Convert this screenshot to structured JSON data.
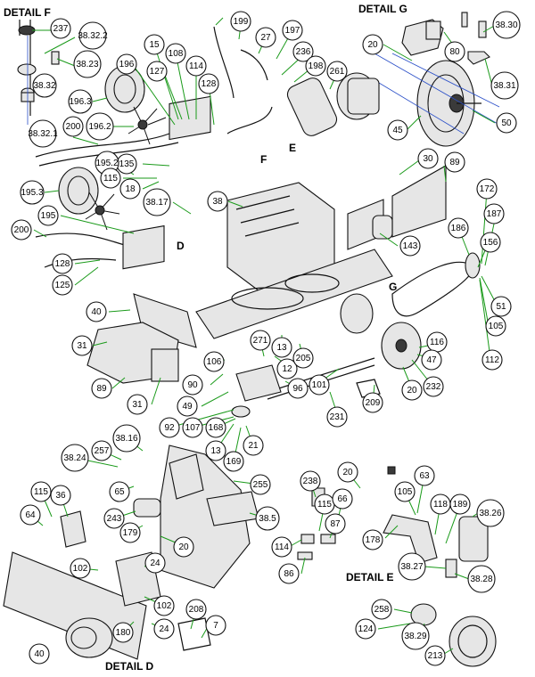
{
  "details": {
    "f": "DETAIL F",
    "g": "DETAIL G",
    "e": "DETAIL E",
    "d": "DETAIL D"
  },
  "view_letters": [
    "F",
    "E",
    "D",
    "G"
  ],
  "callouts": [
    "237",
    "38.32.2",
    "38.23",
    "38.32",
    "38.32.1",
    "199",
    "27",
    "197",
    "236",
    "198",
    "261",
    "15",
    "108",
    "114",
    "196",
    "127",
    "128",
    "196.3",
    "196.2",
    "200",
    "135",
    "195.2",
    "115",
    "18",
    "195.3",
    "38.17",
    "38",
    "195",
    "200",
    "128",
    "125",
    "20",
    "80",
    "38.30",
    "38.31",
    "45",
    "50",
    "30",
    "89",
    "172",
    "187",
    "186",
    "156",
    "143",
    "51",
    "105",
    "112",
    "40",
    "31",
    "89",
    "31",
    "106",
    "90",
    "49",
    "271",
    "13",
    "12",
    "205",
    "96",
    "101",
    "231",
    "209",
    "116",
    "47",
    "232",
    "20",
    "92",
    "107",
    "168",
    "13",
    "169",
    "21",
    "257",
    "38.16",
    "38.24",
    "65",
    "243",
    "179",
    "20",
    "255",
    "38.5",
    "115",
    "36",
    "64",
    "102",
    "24",
    "102",
    "180",
    "24",
    "208",
    "7",
    "40",
    "238",
    "115",
    "66",
    "87",
    "114",
    "86",
    "20",
    "63",
    "105",
    "118",
    "189",
    "38.26",
    "178",
    "38.27",
    "38.28",
    "258",
    "124",
    "38.29",
    "213"
  ]
}
